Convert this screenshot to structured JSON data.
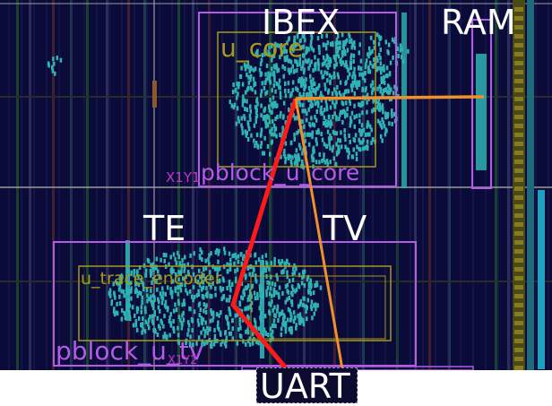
{
  "labels": {
    "ibex": "IBEX",
    "ram": "RAM",
    "te": "TE",
    "tv": "TV",
    "uart": "UART"
  },
  "cells": {
    "u_core": "u_core",
    "u_trace_encoder": "u_trace_encoder"
  },
  "pblocks": {
    "core": "pblock_u_core",
    "tv": "pblock_u_tv"
  },
  "clock_regions": {
    "upper": "X1Y1",
    "lower": "X1Y2"
  },
  "colors": {
    "fabric_background": "#0b0b3a",
    "placed_cells": "#2fb3b3",
    "pblock_outline": "#b45be8",
    "cell_outline": "#a59a1a",
    "red_net": "#ff1a1a",
    "orange_net": "#f0902a",
    "label_text": "#ffffff"
  }
}
